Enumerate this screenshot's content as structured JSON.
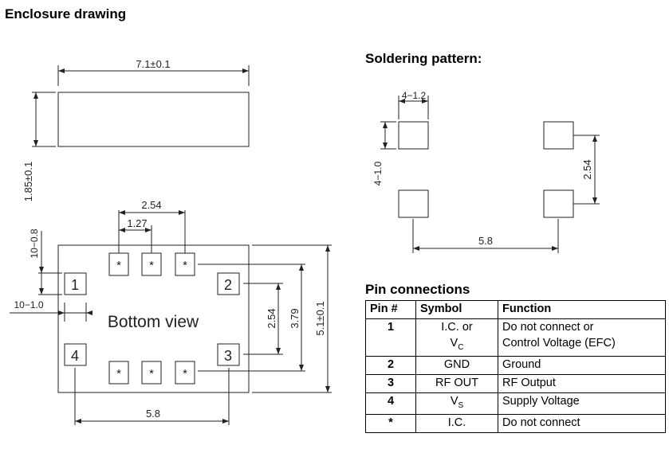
{
  "headings": {
    "enclosure": "Enclosure drawing",
    "soldering": "Soldering pattern:",
    "pins": "Pin connections"
  },
  "enclosure": {
    "dim_width": "7.1±0.1",
    "dim_height": "1.85±0.1",
    "dim_pad_pitch_top": "2.54",
    "dim_pad_pitch_half": "1.27",
    "dim_pad_len": "10−0.8",
    "dim_pad_wid": "10−1.0",
    "bottom_view_label": "Bottom view",
    "dim_pitch_vertical": "2.54",
    "dim_pad_span": "3.79",
    "dim_body_height": "5.1±0.1",
    "dim_bottom_width": "5.8",
    "pin_labels": [
      "1",
      "2",
      "3",
      "4"
    ],
    "star": "*"
  },
  "soldering": {
    "dim_pad_w": "4−1.2",
    "dim_pad_h": "4−1.0",
    "dim_vertical": "2.54",
    "dim_horizontal": "5.8"
  },
  "pin_table": {
    "headers": [
      "Pin #",
      "Symbol",
      "Function"
    ],
    "rows": [
      {
        "pin": "1",
        "symbol_lines": [
          "I.C. or",
          "V"
        ],
        "symbol_sub": "C",
        "function_lines": [
          "Do not connect  or",
          "Control Voltage (EFC)"
        ]
      },
      {
        "pin": "2",
        "symbol": "GND",
        "function": "Ground"
      },
      {
        "pin": "3",
        "symbol": "RF OUT",
        "function": "RF Output"
      },
      {
        "pin": "4",
        "symbol": "V",
        "symbol_sub": "S",
        "function": "Supply Voltage"
      },
      {
        "pin": "*",
        "symbol": "I.C.",
        "function": "Do not connect"
      }
    ]
  }
}
